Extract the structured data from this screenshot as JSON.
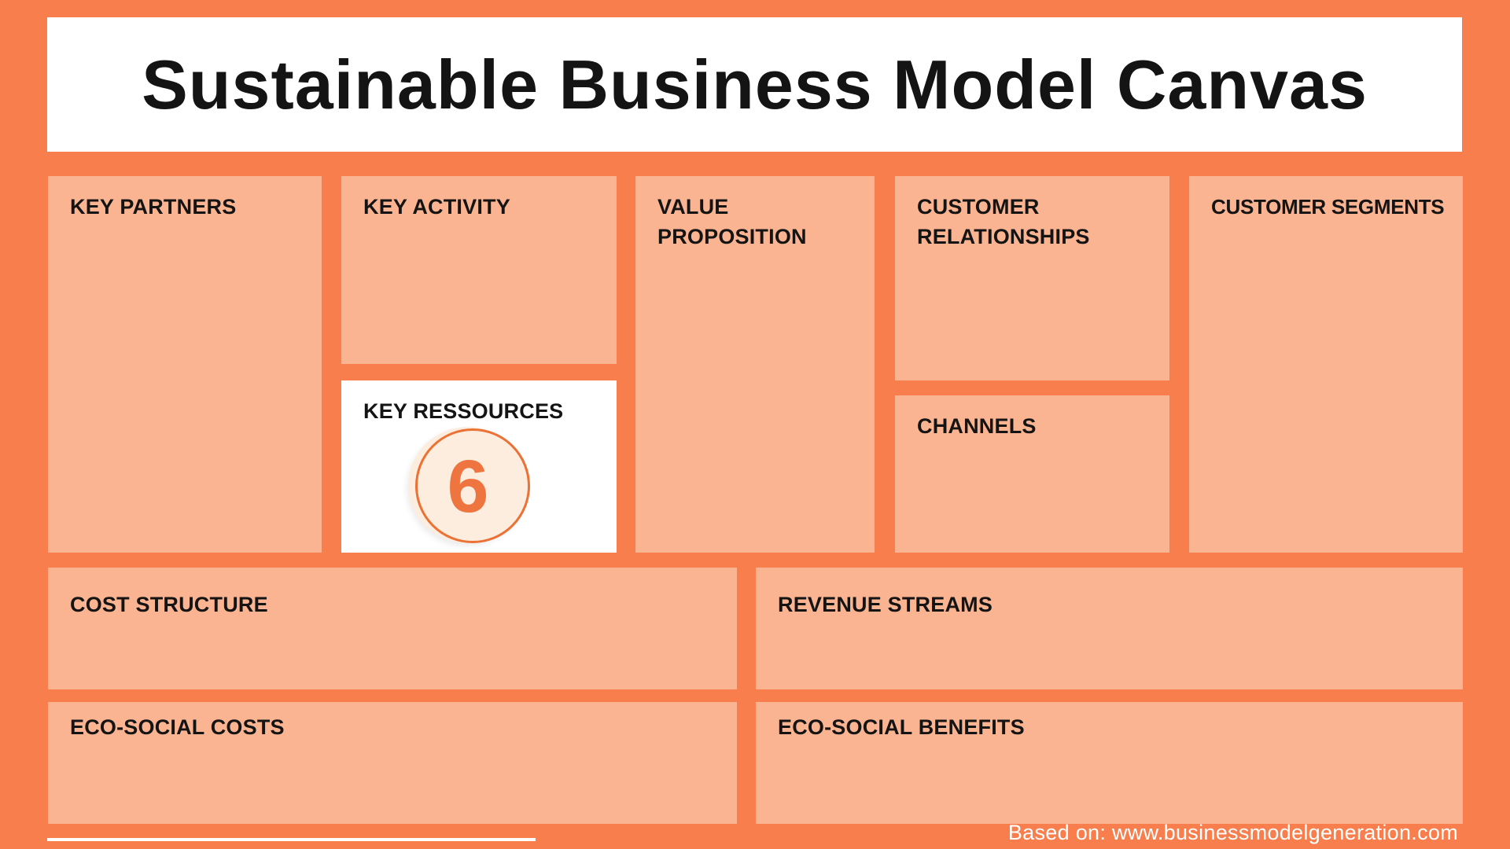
{
  "title": "Sustainable Business Model Canvas",
  "boxes": {
    "key_partners": {
      "label": "KEY PARTNERS"
    },
    "key_activity": {
      "label": "KEY ACTIVITY"
    },
    "key_ressources": {
      "label": "KEY RESSOURCES",
      "badge": "6"
    },
    "value_proposition": {
      "label": "VALUE PROPOSITION"
    },
    "customer_relationships": {
      "label": "CUSTOMER RELATIONSHIPS"
    },
    "channels": {
      "label": "CHANNELS"
    },
    "customer_segments": {
      "label": "CUSTOMER SEGMENTS"
    },
    "cost_structure": {
      "label": "COST STRUCTURE"
    },
    "revenue_streams": {
      "label": "REVENUE STREAMS"
    },
    "eco_social_costs": {
      "label": "ECO-SOCIAL COSTS"
    },
    "eco_social_benefits": {
      "label": "ECO-SOCIAL BENEFITS"
    }
  },
  "footer": {
    "credit": "Based on: www.businessmodelgeneration.com"
  },
  "colors": {
    "background": "#F87E4D",
    "cell": "#FBB491",
    "panel": "#FFFFFF",
    "text": "#141414",
    "badge_fill": "#FCEDDF",
    "badge_ring": "#EC7134",
    "badge_number": "#EF7540",
    "credit_text": "#FFFFFF"
  }
}
